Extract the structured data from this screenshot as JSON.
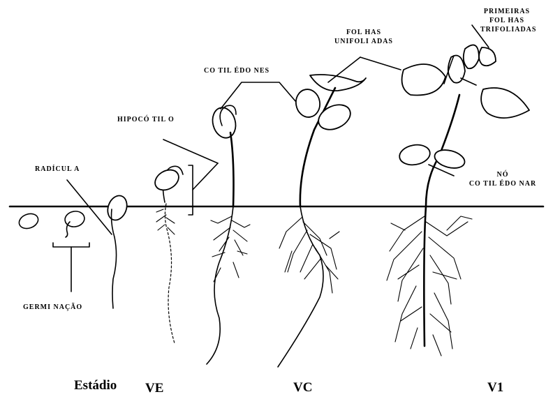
{
  "labels": {
    "primeiras_folhas": [
      "PRIMEIRAS",
      "FOL HAS",
      "TRIFOLIADAS"
    ],
    "folhas_unifoliadas": [
      "FOL HAS",
      "UNIFOLI ADAS"
    ],
    "cotiledones": "CO TIL ÉDO NES",
    "hipocotilo": "HIPOCÓ TIL O",
    "radicula": "RADÍCUL A",
    "no_cotiledonar": [
      "NÓ",
      "CO TIL ÉDO NAR"
    ],
    "germinacao": "GERMI NAÇÃO"
  },
  "stages": {
    "estadio": "Estádio",
    "ve": "VE",
    "vc": "VC",
    "v1": "V1"
  }
}
